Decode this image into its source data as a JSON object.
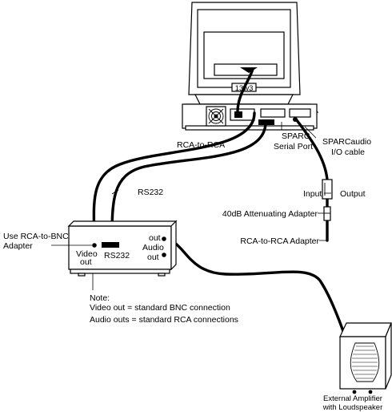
{
  "labels": {
    "monitor_model": "13w3",
    "rca_to_rca_top": "RCA-to-RCA",
    "sparc_serial_port": [
      "SPARC",
      "Serial Port"
    ],
    "sparcaudio_io_cable": [
      "SPARCaudio",
      "I/O cable"
    ],
    "rs232_cable": "RS232",
    "input": "Input",
    "output": "Output",
    "attenuating_adapter": "40dB Attenuating Adapter",
    "rca_to_rca_adapter": "RCA-to-RCA Adapter",
    "use_rca_to_bnc": [
      "Use RCA-to-BNC",
      "Adapter"
    ],
    "video_out": [
      "Video",
      "out"
    ],
    "rs232_port": "RS232",
    "out_port": "out",
    "audio_out": [
      "Audio",
      "out"
    ],
    "note": [
      "Note:",
      "Video out = standard BNC connection",
      "Audio outs = standard RCA connections"
    ],
    "external_amplifier": [
      "External Amplifier",
      "with Loudspeaker"
    ]
  },
  "icons": {
    "monitor": "crt-monitor-icon",
    "workstation": "workstation-chassis-icon",
    "fan": "cooling-fan-icon",
    "video_device": "video-device-box-icon",
    "speaker": "loudspeaker-icon"
  }
}
